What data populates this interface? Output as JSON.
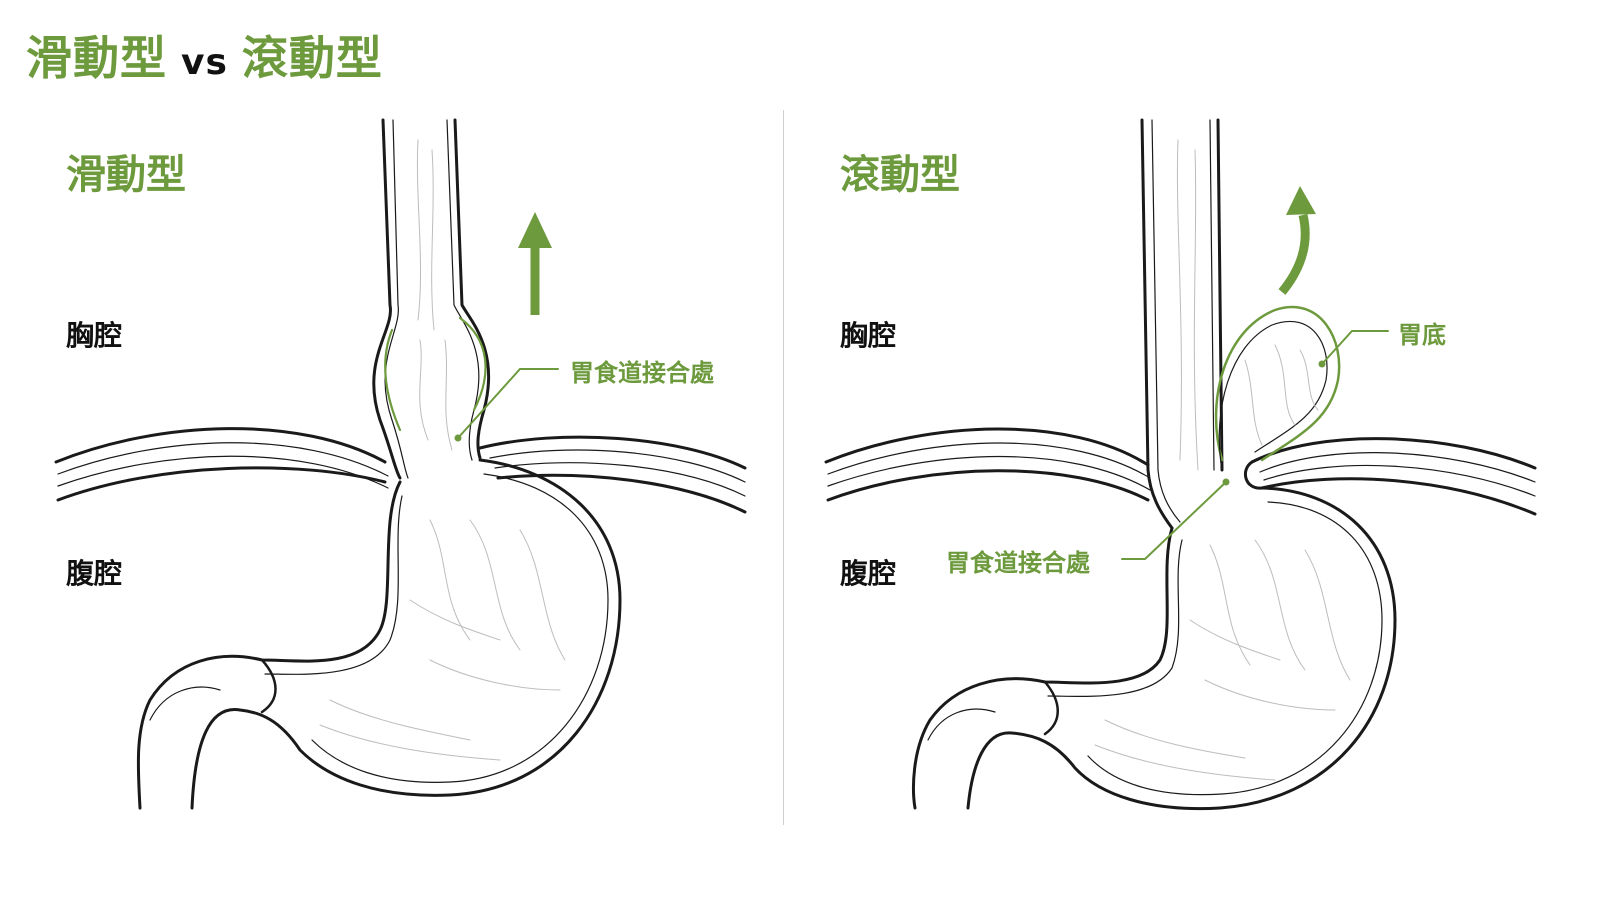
{
  "header": {
    "title_left": "滑動型",
    "title_vs": "vs",
    "title_right": "滾動型"
  },
  "panels": [
    {
      "id": "sliding",
      "title": "滑動型",
      "labels": {
        "thorax": "胸腔",
        "abdomen": "腹腔"
      },
      "callouts": {
        "ge_junction": "胃食道接合處"
      }
    },
    {
      "id": "rolling",
      "title": "滾動型",
      "labels": {
        "thorax": "胸腔",
        "abdomen": "腹腔"
      },
      "callouts": {
        "fundus": "胃底",
        "ge_junction": "胃食道接合處"
      }
    }
  ],
  "colors": {
    "accent": "#6e9a3e",
    "line": "#1a1a1a",
    "text": "#111111",
    "divider": "#cfcfcf"
  }
}
